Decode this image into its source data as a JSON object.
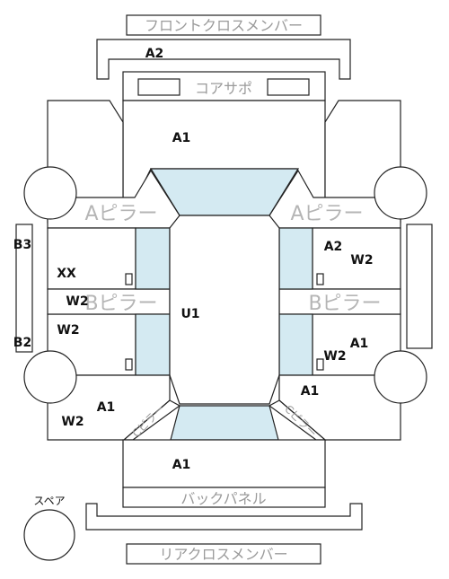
{
  "parts": {
    "front_cross_member": "フロントクロスメンバー",
    "core_support": "コアサポ",
    "a_pillar_left": "Aピラー",
    "a_pillar_right": "Aピラー",
    "b_pillar_left": "Bピラー",
    "b_pillar_right": "Bピラー",
    "c_pillar_left": "Cピラー",
    "c_pillar_right": "Cピラー",
    "back_panel": "バックパネル",
    "rear_cross_member": "リアクロスメンバー",
    "spare": "スペア"
  },
  "labels": {
    "a2_top": "A2",
    "a1_hood": "A1",
    "b3": "B3",
    "xx": "XX",
    "w2_front_left_door": "W2",
    "u1": "U1",
    "w2_rear_left_door": "W2",
    "b2": "B2",
    "a1_rear_left": "A1",
    "w2_rear_left_quarter": "W2",
    "a2_front_right_door": "A2",
    "w2_front_right_door": "W2",
    "a1_rear_right_door": "A1",
    "w2_rear_right_door": "W2",
    "a1_rear_right_quarter": "A1",
    "a1_trunk": "A1"
  },
  "colors": {
    "glass": "#d4eaf2",
    "outline": "#222222",
    "part_text": "#9a9a9a"
  }
}
